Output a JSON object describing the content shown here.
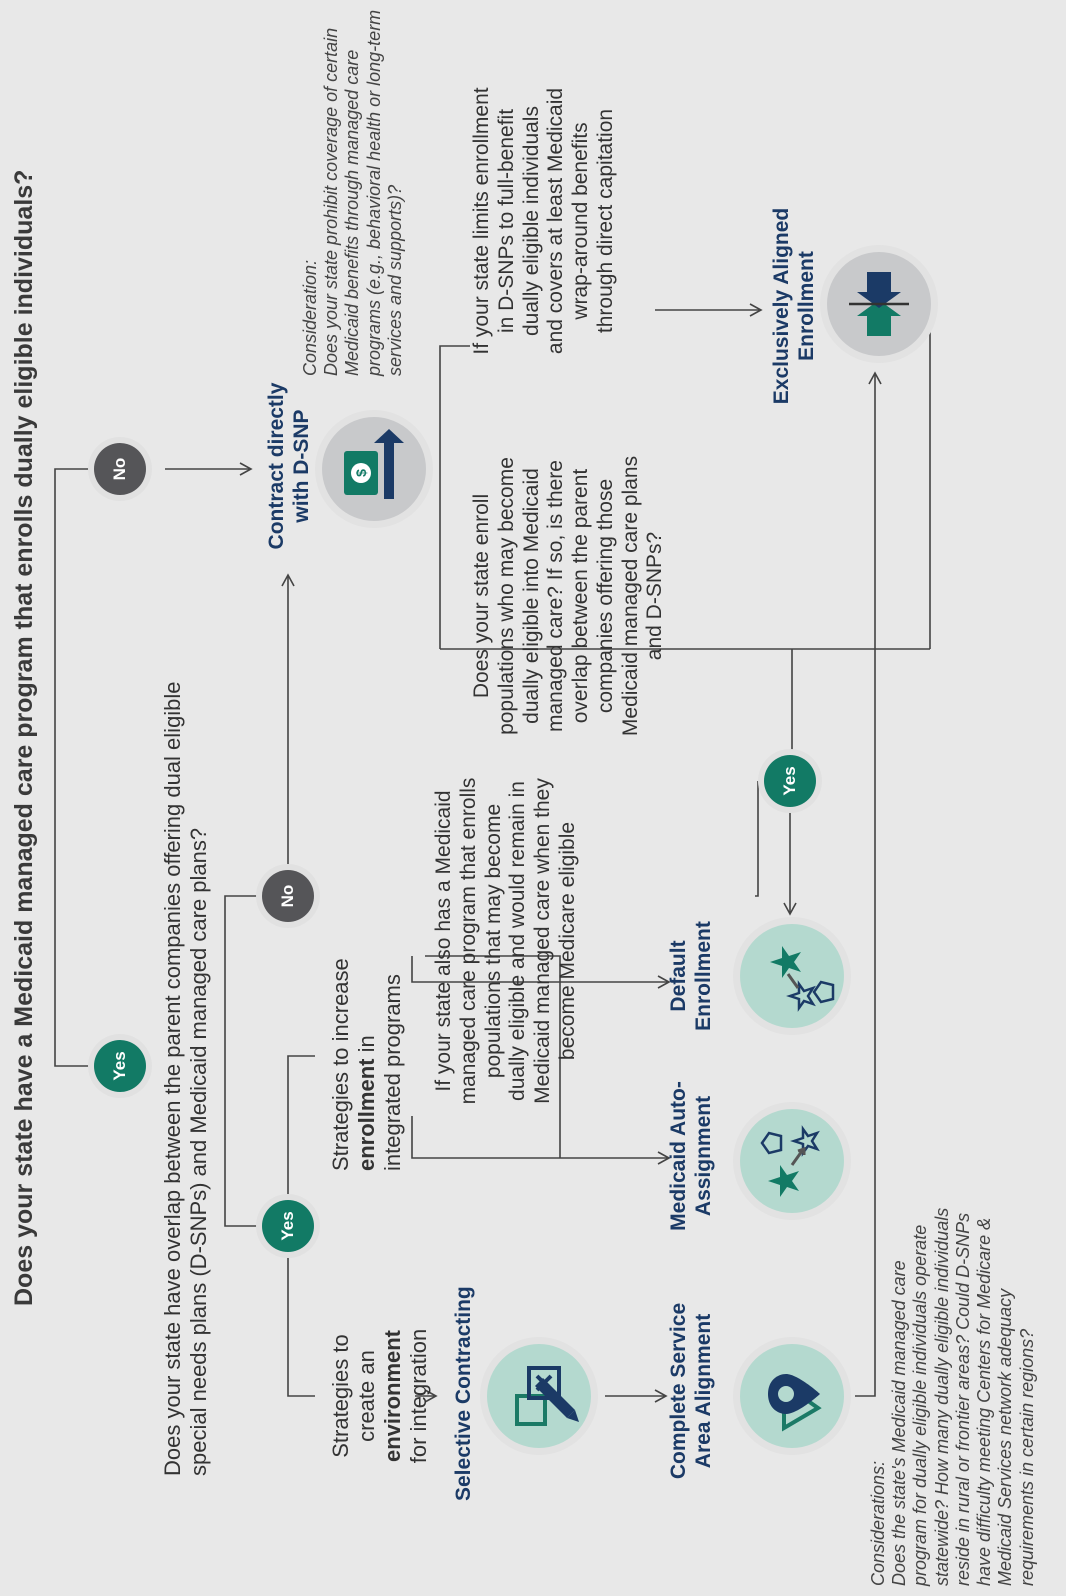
{
  "title": "Does your state have a Medicaid managed care program that enrolls dually eligible individuals?",
  "branch_top": {
    "yes": "Yes",
    "no": "No"
  },
  "overlap_question": "Does your state have overlap between the parent companies offering dual eligible special needs plans (D-SNPs) and Medicaid managed care plans?",
  "branch_overlap": {
    "yes": "Yes",
    "no": "No"
  },
  "environment": {
    "pre": "Strategies to create an ",
    "bold": "environment",
    "post": " for integration"
  },
  "enrollment": {
    "pre": "Strategies to increase ",
    "bold": "enrollment",
    "post": " in integrated programs"
  },
  "also_has_program": "If your state also has a Medicaid managed care program that enrolls populations that may become dually eligible and would remain in Medicaid managed care when they become Medicare eligible",
  "enroll_question": "Does your state enroll populations who may become dually eligible into Medicaid managed care? If so, is there overlap between the parent companies offering those Medicaid managed care plans and D-SNPs?",
  "branch_enroll": {
    "yes": "Yes"
  },
  "limits_enrollment": "If your state limits enrollment in D-SNPs to full-benefit dually eligible individuals and covers at least Medicaid wrap-around benefits through direct capitation",
  "outcomes": {
    "contract_directly": "Contract directly with D-SNP",
    "selective_contracting": "Selective Contracting",
    "complete_service_area": "Complete Service Area Alignment",
    "medicaid_auto": "Medicaid Auto-Assignment",
    "default_enrollment": "Default Enrollment",
    "exclusively_aligned": "Exclusively Aligned Enrollment"
  },
  "consideration_single": {
    "label": "Consideration:",
    "text": "Does your state prohibit coverage of certain Medicaid benefits through managed care programs (e.g., behavioral health or long-term services and supports)?"
  },
  "considerations_multi": {
    "label": "Considerations:",
    "text": "Does the state's Medicaid managed care program for dually eligible individuals operate statewide? How many dually eligible individuals reside in rural or frontier areas? Could D-SNPs have difficulty meeting Centers for Medicare & Medicaid Services network adequacy requirements in certain regions?"
  },
  "icons": {
    "contract_directly": "money-arrow-up-icon",
    "selective_contracting": "pen-checkbox-icon",
    "complete_service_area": "map-pin-icon",
    "medicaid_auto": "star-to-pentagon-icon",
    "default_enrollment": "star-to-pentagon-icon",
    "exclusively_aligned": "converging-arrows-icon"
  },
  "colors": {
    "navy": "#1b3a66",
    "teal": "#127a65",
    "grey": "#555558"
  }
}
